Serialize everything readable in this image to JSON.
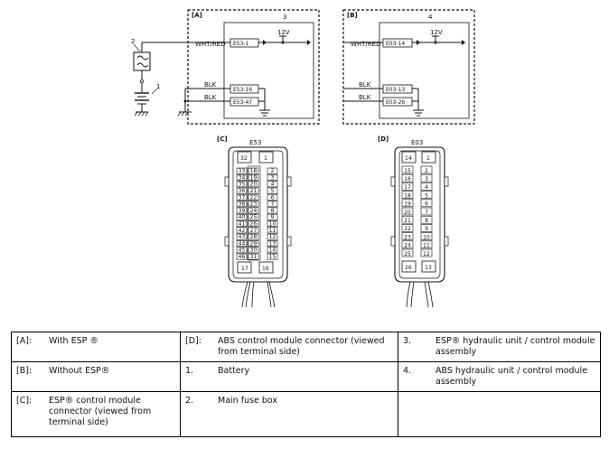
{
  "diagram": {
    "block_a": {
      "tag": "[A]",
      "unit_no": "3",
      "wire_wht_red": "WHT/RED",
      "wire_blk_1": "BLK",
      "wire_blk_2": "BLK",
      "term_1": "E53-1",
      "term_2": "E53-16",
      "term_3": "E53-47",
      "voltage": "12V",
      "fuse_no": "2",
      "battery_no": "1"
    },
    "block_b": {
      "tag": "[B]",
      "unit_no": "4",
      "wire_wht_red": "WHT/RED",
      "wire_blk_1": "BLK",
      "wire_blk_2": "BLK",
      "term_1": "E03-14",
      "term_2": "E03-13",
      "term_3": "E03-26",
      "voltage": "12V"
    },
    "connector_c": {
      "tag": "[C]",
      "name": "E53",
      "top_left": "32",
      "top_right": "1",
      "bottom_left": "17",
      "bottom_right": "16",
      "col_left": [
        "33",
        "34",
        "35",
        "36",
        "37",
        "38",
        "39",
        "40",
        "41",
        "42",
        "43",
        "44",
        "45",
        "46"
      ],
      "col_mid_left": [
        "18",
        "19",
        "20",
        "21",
        "22",
        "23",
        "24",
        "25",
        "26",
        "27",
        "28",
        "29",
        "30",
        "31"
      ],
      "col_mid_right": [
        "",
        "",
        "",
        "",
        "",
        "",
        "",
        "",
        "",
        "",
        "",
        "",
        "",
        ""
      ],
      "col_right": [
        "2",
        "3",
        "4",
        "5",
        "6",
        "7",
        "8",
        "9",
        "10",
        "11",
        "12",
        "13",
        "14",
        "15"
      ]
    },
    "connector_d": {
      "tag": "[D]",
      "name": "E03",
      "top_left": "14",
      "top_right": "1",
      "bottom_left": "26",
      "bottom_right": "13",
      "col_left": [
        "15",
        "16",
        "17",
        "18",
        "19",
        "20",
        "21",
        "22",
        "23",
        "24",
        "25"
      ],
      "col_right": [
        "2",
        "3",
        "4",
        "5",
        "6",
        "7",
        "8",
        "9",
        "10",
        "11",
        "12"
      ]
    }
  },
  "legend": {
    "rows": [
      [
        {
          "key": "[A]:",
          "text": "With ESP ®"
        },
        {
          "key": "[D]:",
          "text": "ABS control module connector (viewed from terminal side)"
        },
        {
          "key": "3.",
          "text": "ESP® hydraulic unit / control module assembly"
        }
      ],
      [
        {
          "key": "[B]:",
          "text": "Without ESP®"
        },
        {
          "key": "1.",
          "text": "Battery"
        },
        {
          "key": "4.",
          "text": "ABS hydraulic unit / control module assembly"
        }
      ],
      [
        {
          "key": "[C]:",
          "text": "ESP® control module connector (viewed from terminal side)"
        },
        {
          "key": "2.",
          "text": "Main fuse box"
        },
        {
          "key": "",
          "text": ""
        }
      ]
    ]
  }
}
